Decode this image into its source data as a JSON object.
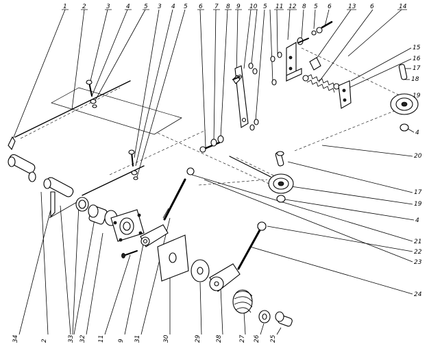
{
  "callouts": {
    "top": [
      "1",
      "2",
      "3",
      "4",
      "5",
      "3",
      "4",
      "5",
      "6",
      "7",
      "8",
      "9",
      "10",
      "5",
      "11",
      "12",
      "8",
      "5",
      "6",
      "13",
      "6",
      "14"
    ],
    "right": [
      "15",
      "16",
      "17",
      "18",
      "19",
      "4",
      "20",
      "17",
      "19",
      "4",
      "21",
      "22",
      "23",
      "24"
    ],
    "bottom": [
      "34",
      "2",
      "33",
      "32",
      "11",
      "9",
      "31",
      "30",
      "29",
      "28",
      "27",
      "26",
      "25"
    ]
  }
}
